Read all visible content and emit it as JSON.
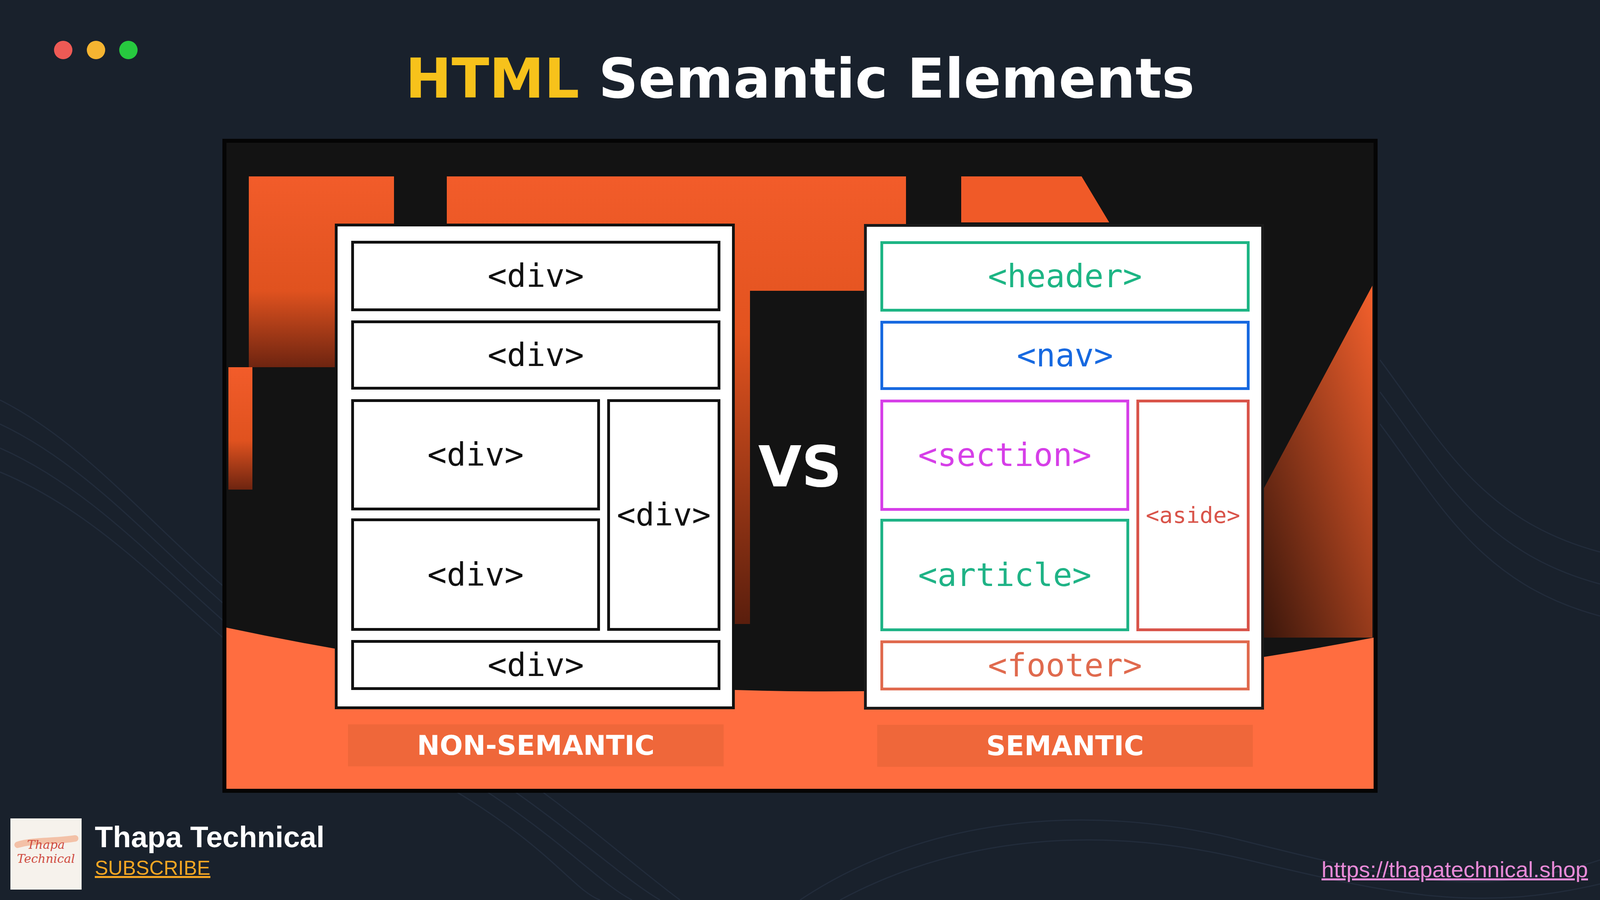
{
  "diagram": {
    "title": "HTML Semantic Elements",
    "nodes": [
      {
        "text": [
          "NON-SEMANTIC"
        ]
      },
      {
        "text": [
          "<div>"
        ],
        "in": 0
      },
      {
        "text": [
          "<div>"
        ],
        "in": 0
      },
      {
        "text": [
          "<div>"
        ],
        "in": 0
      },
      {
        "text": [
          "<div>"
        ],
        "in": 0
      },
      {
        "text": [
          "<div>"
        ],
        "in": 0
      },
      {
        "text": [
          "<div>"
        ],
        "in": 0
      },
      {
        "text": [
          "SEMANTIC"
        ]
      },
      {
        "text": [
          "<header>"
        ],
        "in": 7
      },
      {
        "text": [
          "<nav>"
        ],
        "in": 7
      },
      {
        "text": [
          "<section>"
        ],
        "in": 7
      },
      {
        "text": [
          "<aside>"
        ],
        "in": 7
      },
      {
        "text": [
          "<article>"
        ],
        "in": 7
      },
      {
        "text": [
          "<footer>"
        ],
        "in": 7
      }
    ],
    "labels": [
      "VS",
      "Thapa Technical",
      "Thapa Technical",
      "SUBSCRIBE",
      "https://thapatechnical.shop"
    ]
  }
}
